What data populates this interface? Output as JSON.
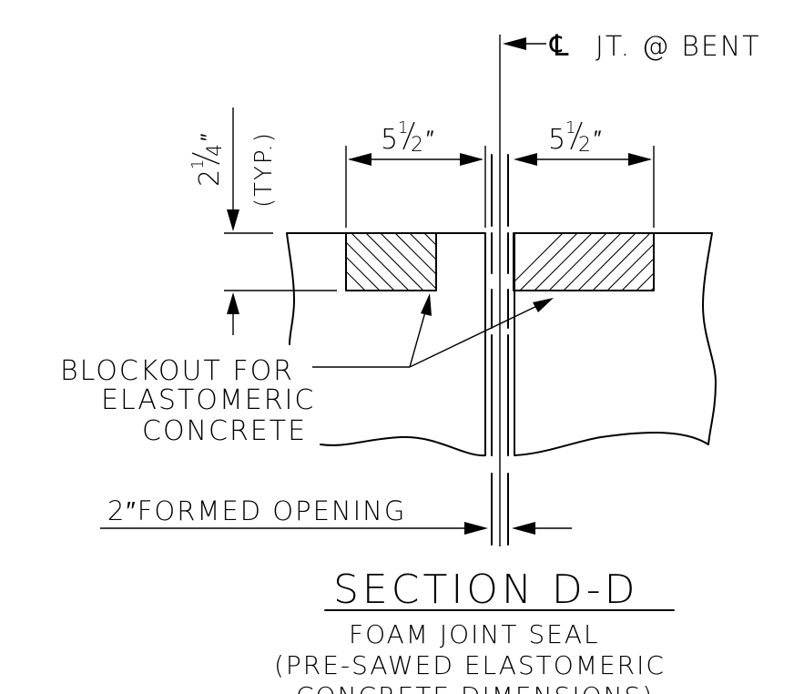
{
  "centerline_label": {
    "symbol": "℄",
    "text": "JT. @ BENT"
  },
  "dimensions": {
    "left_width": {
      "whole": "5",
      "num": "1",
      "den": "2",
      "unit": "″"
    },
    "right_width": {
      "whole": "5",
      "num": "1",
      "den": "2",
      "unit": "″"
    },
    "depth": {
      "whole": "2",
      "num": "1",
      "den": "4",
      "unit": "″",
      "note": "(TYP.)"
    }
  },
  "callouts": {
    "blockout_lines": [
      "BLOCKOUT FOR",
      "ELASTOMERIC",
      "CONCRETE"
    ],
    "opening": "2″FORMED OPENING"
  },
  "title_block": {
    "title": "SECTION D-D",
    "subtitle_lines": [
      "FOAM JOINT SEAL",
      "(PRE-SAWED ELASTOMERIC",
      "CONCRETE DIMENSIONS)"
    ]
  }
}
